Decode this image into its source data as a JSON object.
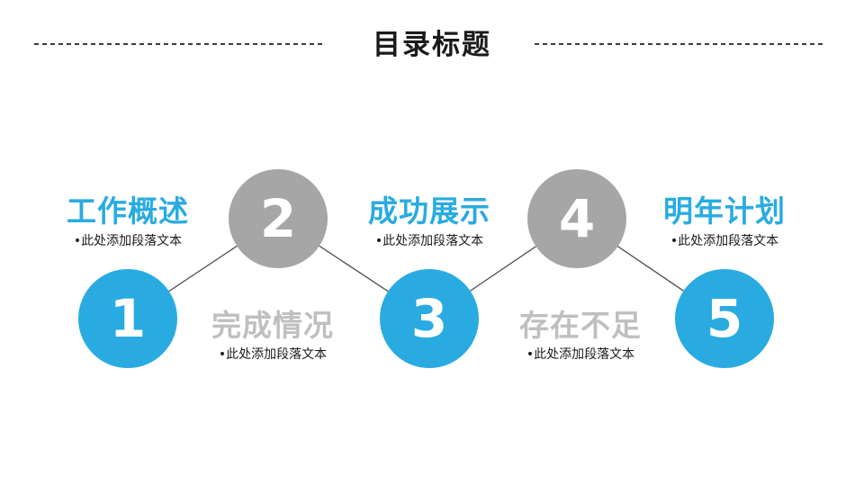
{
  "slide": {
    "title": "目录标题",
    "items": [
      {
        "number": "1",
        "heading": "工作概述",
        "body": "•此处添加段落文本",
        "style": "blue"
      },
      {
        "number": "2",
        "heading": "完成情况",
        "body": "•此处添加段落文本",
        "style": "gray"
      },
      {
        "number": "3",
        "heading": "成功展示",
        "body": "•此处添加段落文本",
        "style": "blue"
      },
      {
        "number": "4",
        "heading": "存在不足",
        "body": "•此处添加段落文本",
        "style": "gray"
      },
      {
        "number": "5",
        "heading": "明年计划",
        "body": "•此处添加段落文本",
        "style": "blue"
      }
    ],
    "colors": {
      "accent_blue": "#29abe2",
      "circle_gray": "#a6a6a6",
      "heading_gray": "#bfbfbf",
      "connector_line": "#4d4d4d",
      "title_text": "#1a1a1a",
      "body_text": "#1a1a1a"
    }
  }
}
